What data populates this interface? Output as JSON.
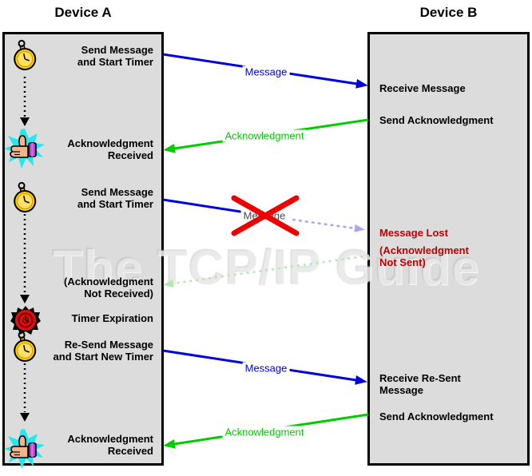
{
  "titles": {
    "device_a": "Device A",
    "device_b": "Device B"
  },
  "watermark": "The TCP/IP Guide",
  "arrow_labels": {
    "message_1": "Message",
    "ack_1": "Acknowledgment",
    "message_lost_mid": "Message",
    "message_2": "Message",
    "ack_2": "Acknowledgment"
  },
  "device_a": {
    "events": [
      {
        "icon": "stopwatch",
        "lines": [
          "Send Message",
          "and Start Timer"
        ]
      },
      {
        "icon": "thumbs-up",
        "lines": [
          "Acknowledgment",
          "Received"
        ]
      },
      {
        "icon": "stopwatch",
        "lines": [
          "Send Message",
          "and Start Timer"
        ]
      },
      {
        "icon": "none",
        "lines": [
          "(Acknowledgment",
          "Not Received)"
        ]
      },
      {
        "icon": "alarm",
        "lines": [
          "Timer Expiration"
        ]
      },
      {
        "icon": "stopwatch",
        "lines": [
          "Re-Send Message",
          "and Start New Timer"
        ]
      },
      {
        "icon": "thumbs-up",
        "lines": [
          "Acknowledgment",
          "Received"
        ]
      }
    ]
  },
  "device_b": {
    "events": [
      {
        "lines": [
          "Receive Message"
        ],
        "color": "black"
      },
      {
        "lines": [
          "Send Acknowledgment"
        ],
        "color": "black"
      },
      {
        "lines": [
          "Message Lost"
        ],
        "color": "dark-red"
      },
      {
        "lines": [
          "(Acknowledgment",
          "Not Sent)"
        ],
        "color": "dark-red"
      },
      {
        "lines": [
          "Receive Re-Sent",
          "Message"
        ],
        "color": "black"
      },
      {
        "lines": [
          "Send Acknowledgment"
        ],
        "color": "black"
      }
    ]
  },
  "colors": {
    "message_arrow": "#0000DD",
    "ack_arrow": "#00CC00",
    "lost_message_arrow": "#A9A9E9",
    "unsent_ack_arrow": "#AFEBAF",
    "lost_text": "#BB0000",
    "x_mark": "#EE0000",
    "box_fill": "#DCDCDC",
    "box_border": "#000000"
  }
}
